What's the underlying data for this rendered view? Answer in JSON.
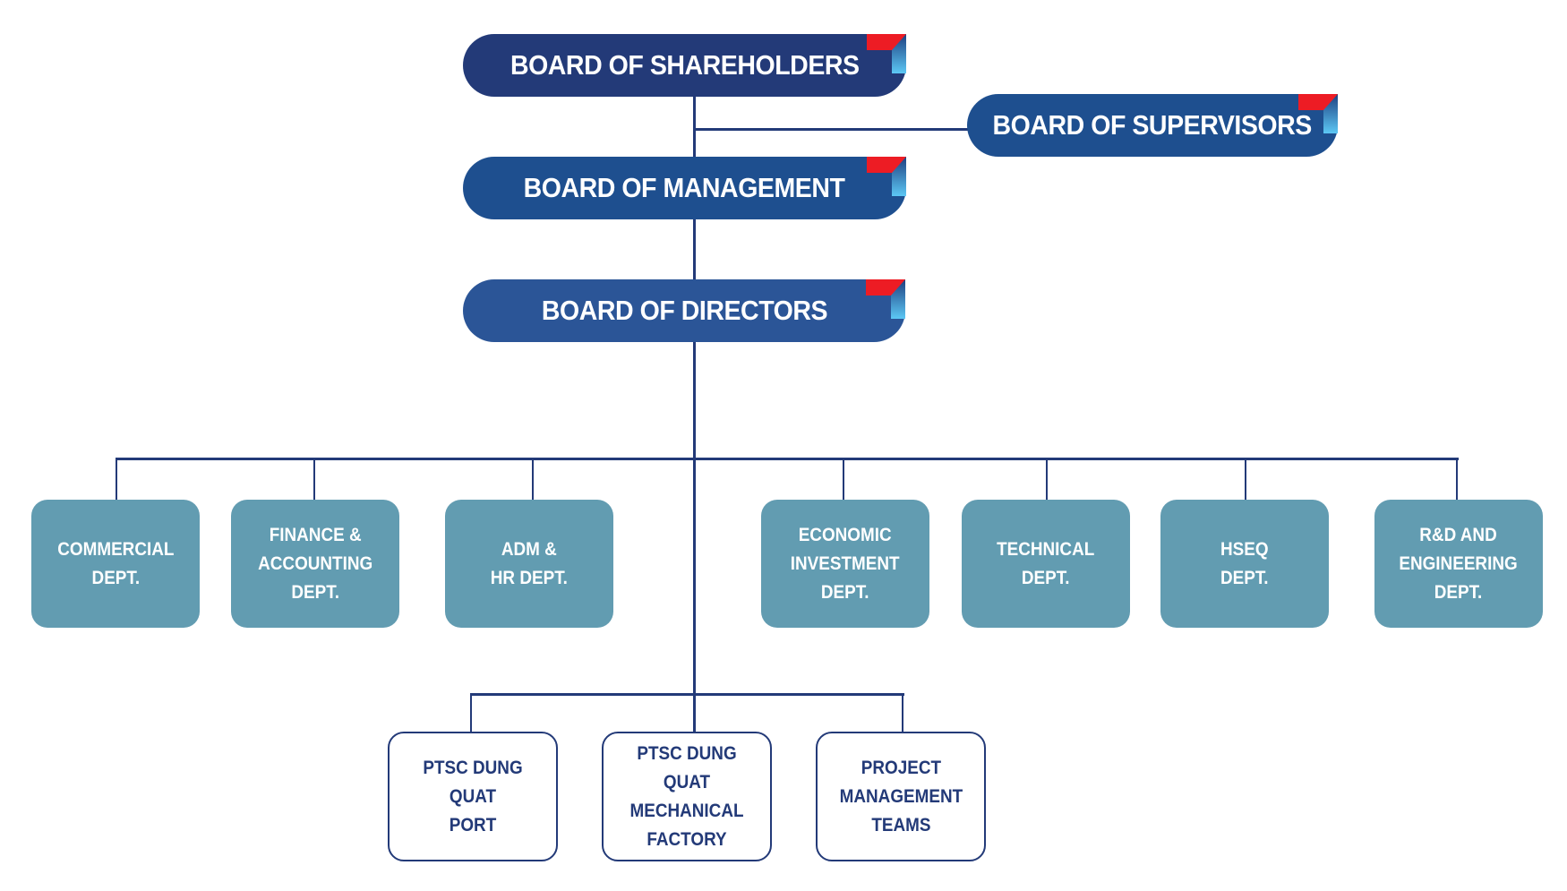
{
  "boards": {
    "shareholders": "BOARD OF SHAREHOLDERS",
    "supervisors": "BOARD OF SUPERVISORS",
    "management": "BOARD OF MANAGEMENT",
    "directors": "BOARD OF DIRECTORS"
  },
  "departments": [
    "COMMERCIAL\nDEPT.",
    "FINANCE &\nACCOUNTING\nDEPT.",
    "ADM &\nHR DEPT.",
    "ECONOMIC\nINVESTMENT\nDEPT.",
    "TECHNICAL\nDEPT.",
    "HSEQ\nDEPT.",
    "R&D AND\nENGINEERING\nDEPT."
  ],
  "units": [
    "PTSC DUNG QUAT\nPORT",
    "PTSC DUNG QUAT\nMECHANICAL\nFACTORY",
    "PROJECT\nMANAGEMENT\nTEAMS"
  ],
  "colors": {
    "shareholders": "#233a78",
    "management": "#1e4f8f",
    "directors": "#2b5597",
    "department": "#629cb1",
    "accent_red": "#ed1c24"
  }
}
